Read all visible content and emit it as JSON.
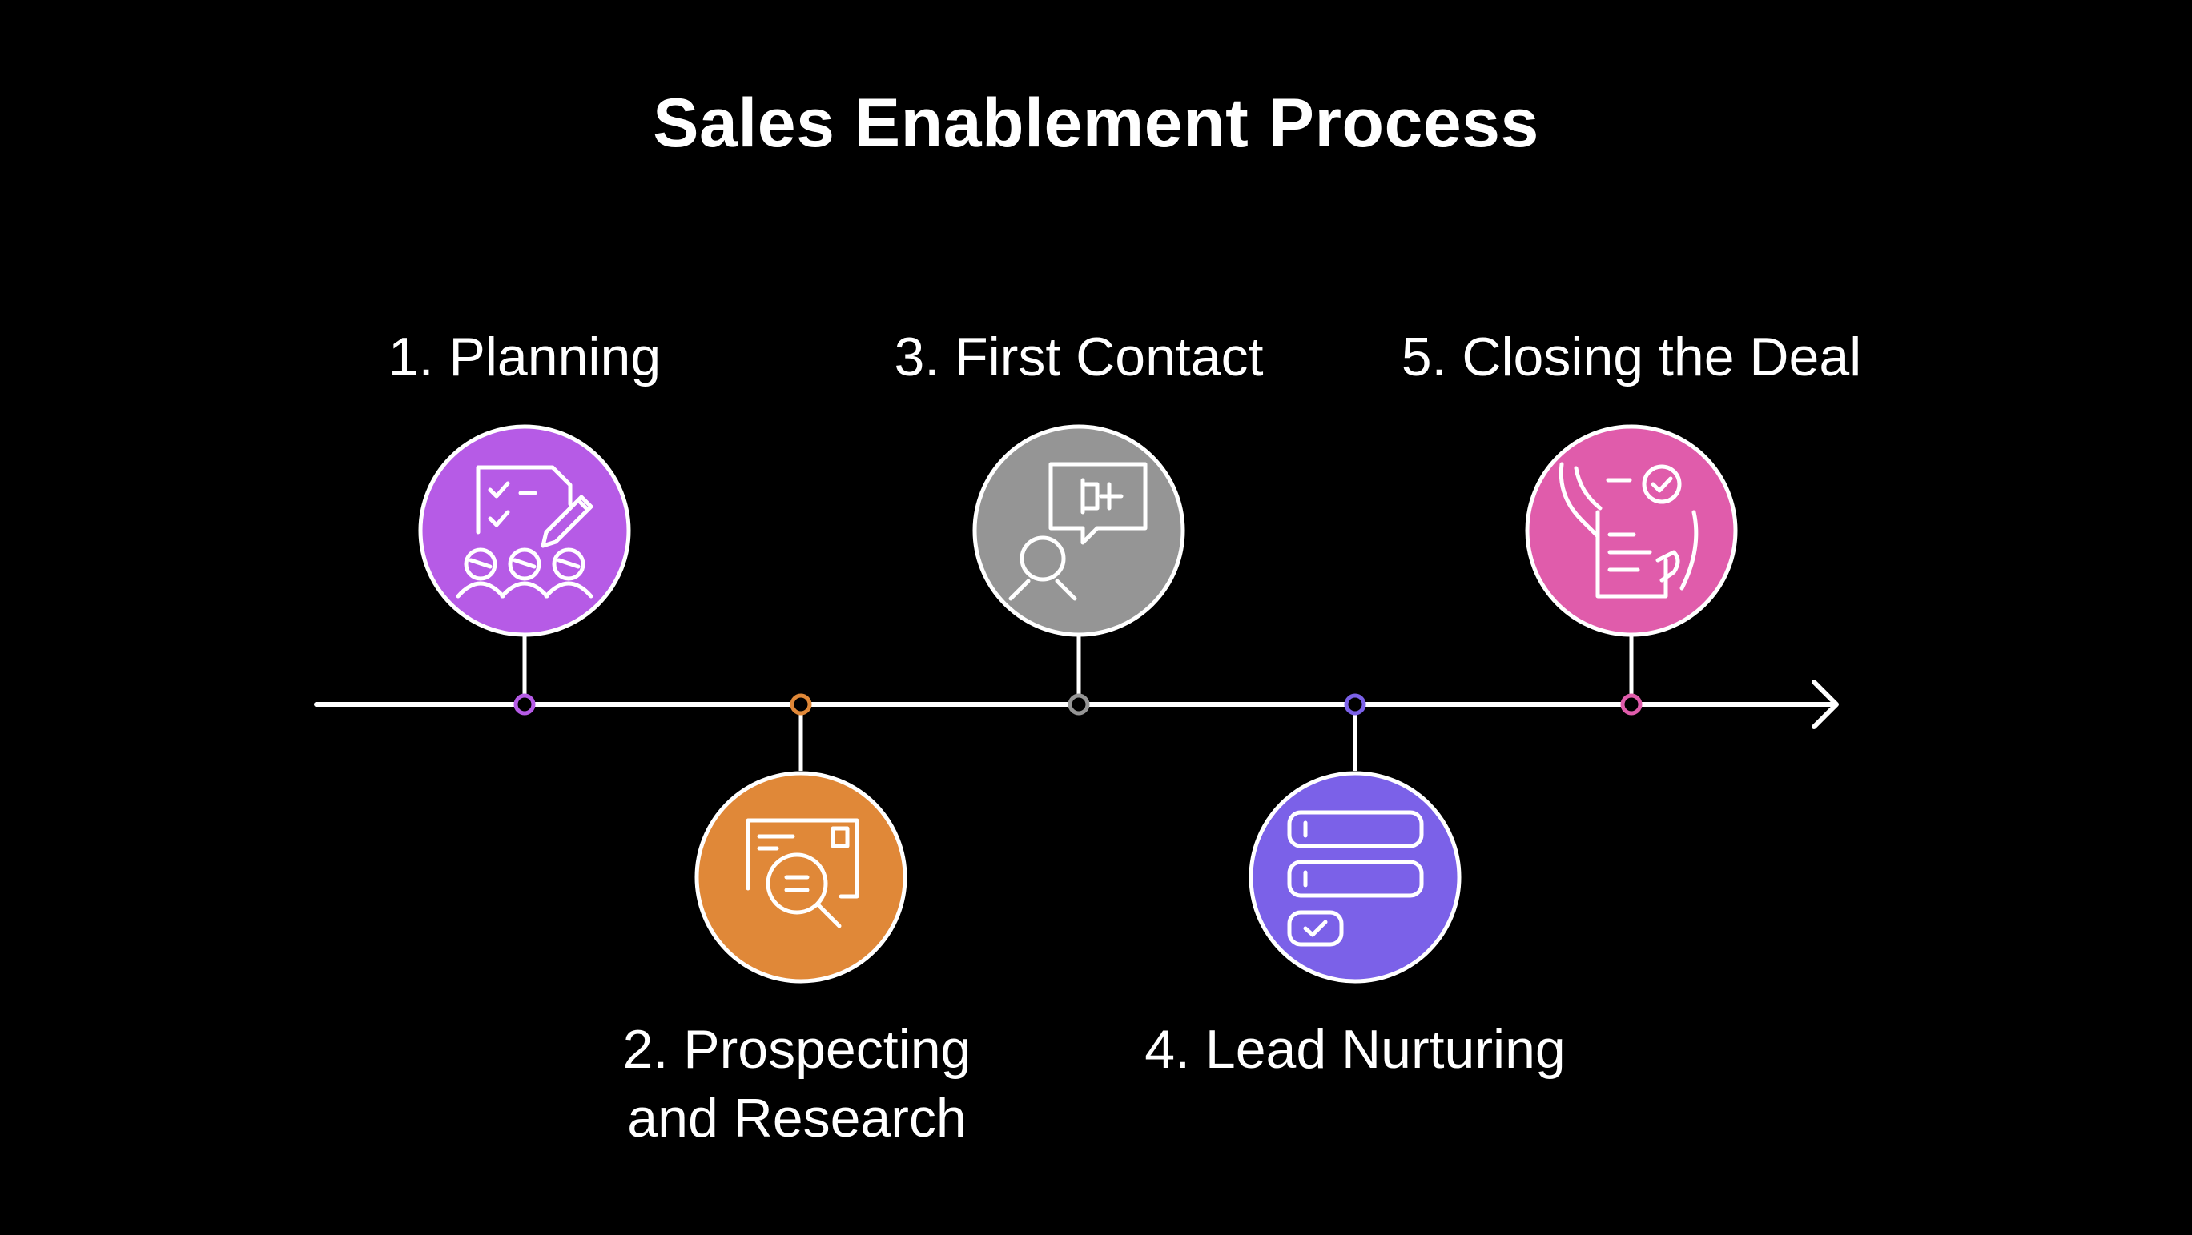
{
  "title": "Sales Enablement Process",
  "steps": [
    {
      "label": "1. Planning",
      "color": "#B65BE6",
      "icon": "planning-team-icon",
      "position": "above"
    },
    {
      "label_line1": "2. Prospecting",
      "label_line2": "and Research",
      "color": "#E08838",
      "icon": "research-magnifier-icon",
      "position": "below"
    },
    {
      "label": "3. First Contact",
      "color": "#959595",
      "icon": "contact-chat-person-icon",
      "position": "above"
    },
    {
      "label": "4. Lead Nurturing",
      "color": "#7B61E8",
      "icon": "nurturing-list-check-icon",
      "position": "below"
    },
    {
      "label": "5. Closing the Deal",
      "color": "#E05CAB",
      "icon": "deal-document-check-icon",
      "position": "above"
    }
  ],
  "timeline_color": "#FFFFFF"
}
